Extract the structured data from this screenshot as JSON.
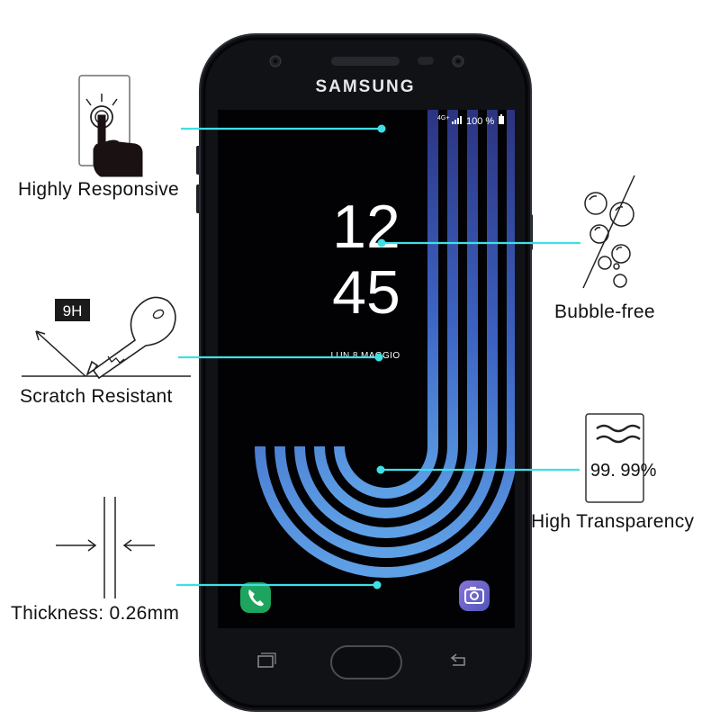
{
  "features": {
    "responsive": "Highly Responsive",
    "scratch": "Scratch Resistant",
    "thickness": "Thickness: 0.26mm",
    "bubble": "Bubble-free",
    "transparency": "High Transparency"
  },
  "badges": {
    "hardness": "9H",
    "transparency_value": "99. 99%"
  },
  "phone": {
    "brand": "SAMSUNG",
    "status": {
      "network": "4G+",
      "battery": "100 %"
    },
    "clock": {
      "hours": "12",
      "minutes": "45"
    },
    "date": "LUN 8 MAGGIO"
  },
  "icon_names": [
    "touch-finger-icon",
    "key-icon",
    "bubbles-icon",
    "transparency-card-icon",
    "thickness-arrows-icon",
    "phone-app-icon",
    "camera-app-icon",
    "recent-apps-icon",
    "home-button",
    "back-icon"
  ],
  "colors": {
    "accent_line": "#3ee0e6",
    "phone_body": "#111216",
    "screen": "#020205",
    "logo_blue": "#3f6fc8",
    "phone_app": "#1fa45f",
    "camera_app": "#6d5fc6"
  }
}
